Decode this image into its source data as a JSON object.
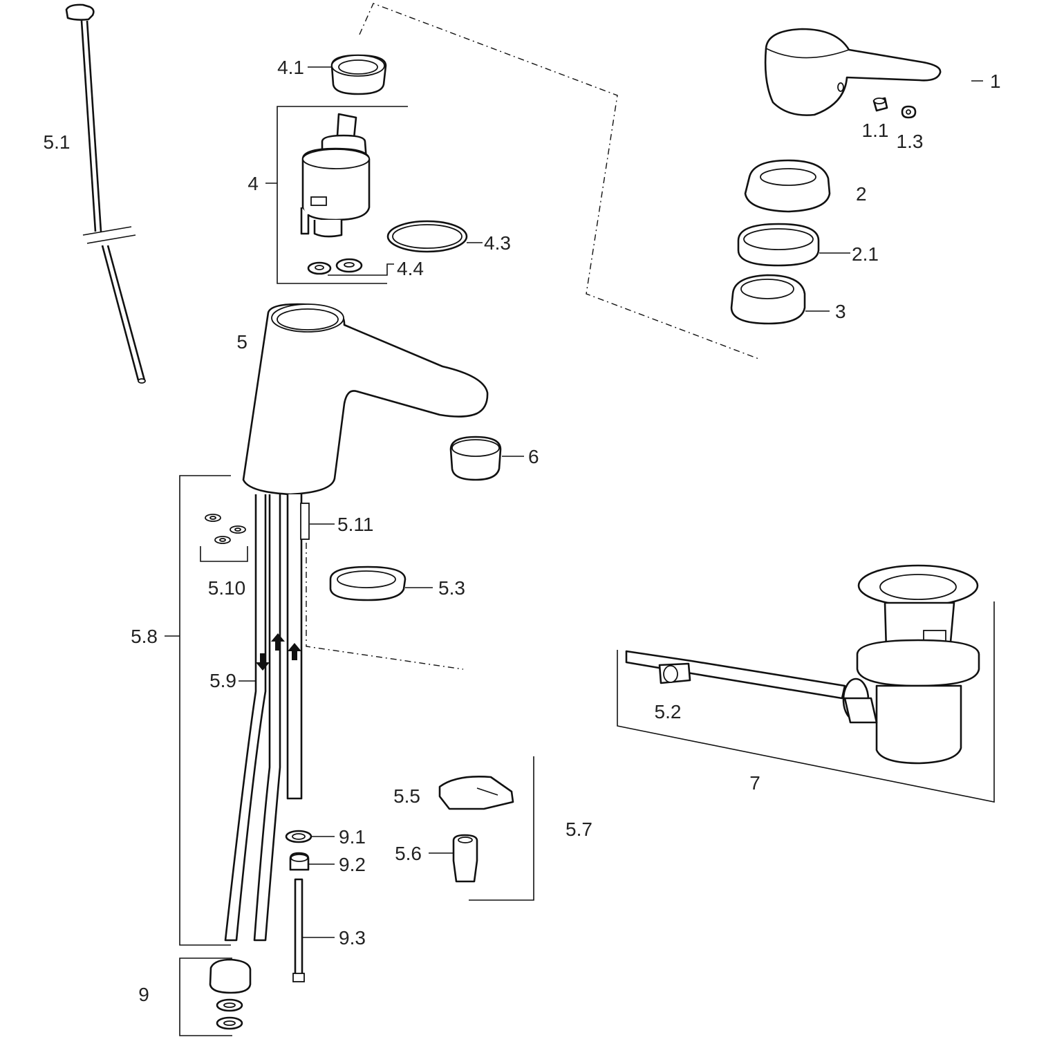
{
  "labels": {
    "p1": "1",
    "p1_1": "1.1",
    "p1_3": "1.3",
    "p2": "2",
    "p2_1": "2.1",
    "p3": "3",
    "p4": "4",
    "p4_1": "4.1",
    "p4_3": "4.3",
    "p4_4": "4.4",
    "p5": "5",
    "p5_1": "5.1",
    "p5_2": "5.2",
    "p5_3": "5.3",
    "p5_5": "5.5",
    "p5_6": "5.6",
    "p5_7": "5.7",
    "p5_8": "5.8",
    "p5_9": "5.9",
    "p5_10": "5.10",
    "p5_11": "5.11",
    "p6": "6",
    "p7": "7",
    "p9": "9",
    "p9_1": "9.1",
    "p9_2": "9.2",
    "p9_3": "9.3"
  }
}
